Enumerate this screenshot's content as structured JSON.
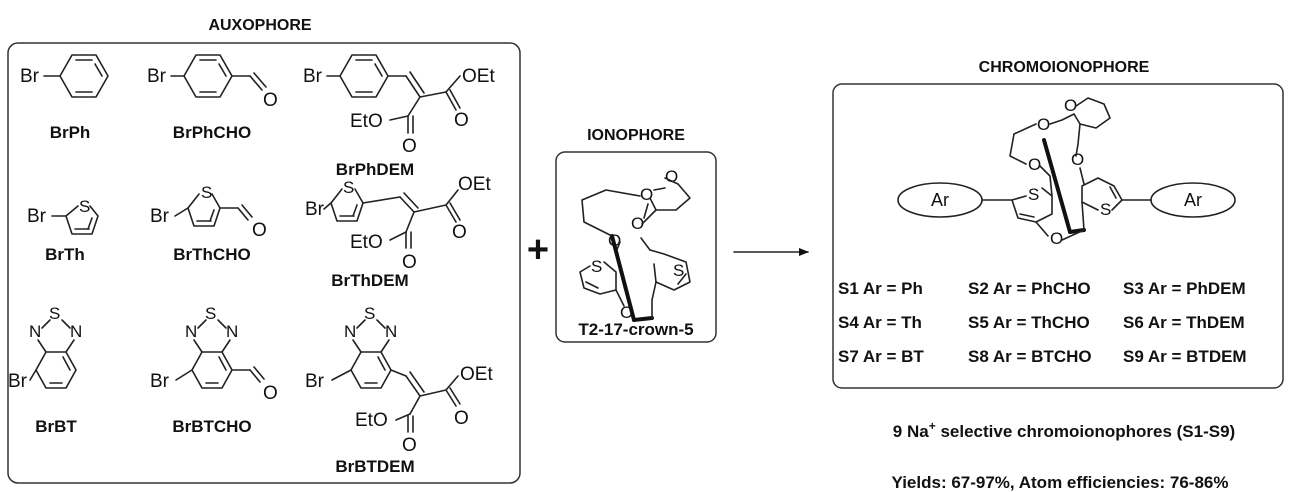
{
  "titles": {
    "auxophore": "AUXOPHORE",
    "ionophore": "IONOPHORE",
    "chromoionophore": "CHROMOIONOPHORE"
  },
  "atoms": {
    "br": "Br",
    "s": "S",
    "n": "N",
    "o": "O",
    "oet": "OEt",
    "eto": "EtO",
    "ar": "Ar"
  },
  "auxophores": [
    {
      "id": "BrPh",
      "label": "BrPh"
    },
    {
      "id": "BrPhCHO",
      "label": "BrPhCHO"
    },
    {
      "id": "BrPhDEM",
      "label": "BrPhDEM"
    },
    {
      "id": "BrTh",
      "label": "BrTh"
    },
    {
      "id": "BrThCHO",
      "label": "BrThCHO"
    },
    {
      "id": "BrThDEM",
      "label": "BrThDEM"
    },
    {
      "id": "BrBT",
      "label": "BrBT"
    },
    {
      "id": "BrBTCHO",
      "label": "BrBTCHO"
    },
    {
      "id": "BrBTDEM",
      "label": "BrBTDEM"
    }
  ],
  "ionophore_name": "T2-17-crown-5",
  "plus_sign": "+",
  "sensors": [
    [
      "S1 Ar = Ph",
      "S2 Ar = PhCHO",
      "S3 Ar = PhDEM"
    ],
    [
      "S4 Ar = Th",
      "S5 Ar = ThCHO",
      "S6 Ar = ThDEM"
    ],
    [
      "S7 Ar = BT",
      "S8 Ar = BTCHO",
      "S9 Ar = BTDEM"
    ]
  ],
  "summary": {
    "selective_prefix": "9 Na",
    "selective_sup": "+",
    "selective_suffix": " selective chromoionophores (S1-S9)",
    "yields": "Yields: 67-97%, Atom efficiencies: 76-86%"
  }
}
